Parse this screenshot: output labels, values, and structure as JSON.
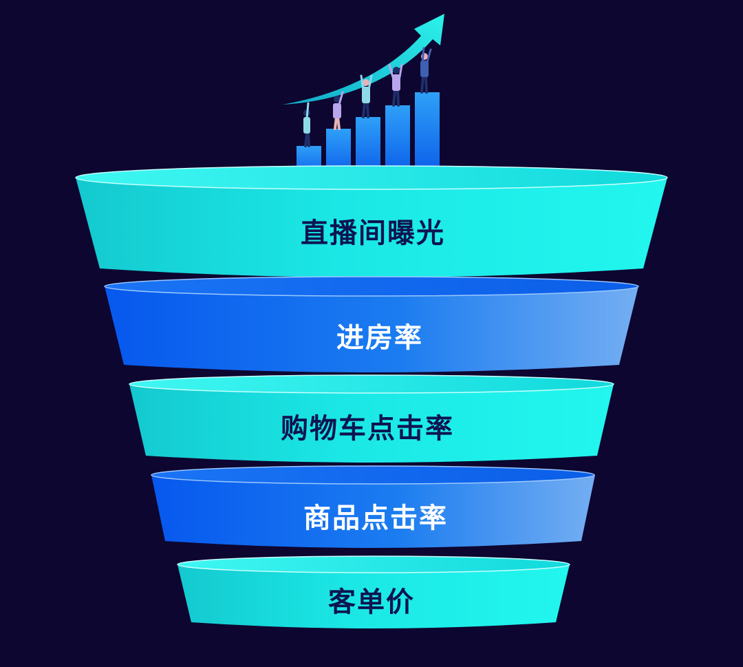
{
  "funnel": {
    "layers": [
      {
        "label": "直播间曝光",
        "style": "cyan"
      },
      {
        "label": "进房率",
        "style": "blue"
      },
      {
        "label": "购物车点击率",
        "style": "cyan"
      },
      {
        "label": "商品点击率",
        "style": "blue"
      },
      {
        "label": "客单价",
        "style": "cyan"
      }
    ]
  },
  "colors": {
    "background": "#0d0630",
    "cyan_light": "#1ef0ec",
    "cyan_dark": "#17c8cc",
    "blue_dark": "#0a64f0",
    "blue_light": "#6aaaf2",
    "label_on_cyan": "#0d1550",
    "label_on_blue": "#ffffff"
  },
  "illustration": {
    "icon": "growth-bars-arrow-icon",
    "people_icon": "person-pushing-arrow-icon"
  }
}
